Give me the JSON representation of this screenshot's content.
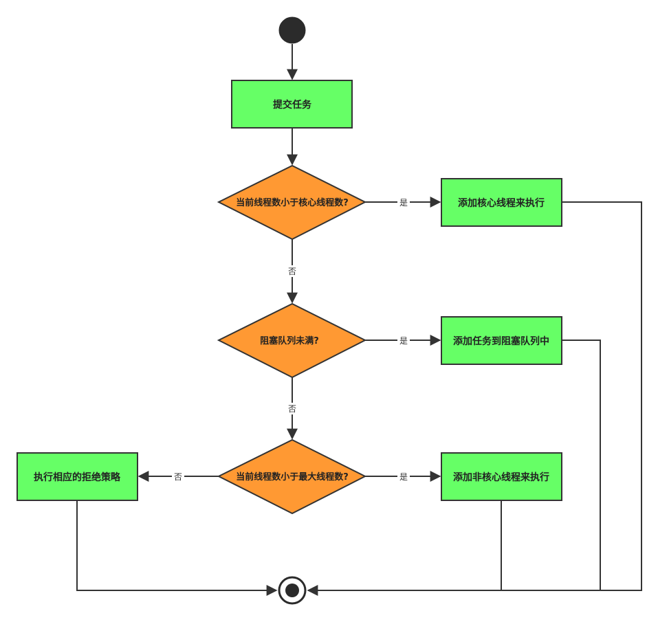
{
  "colors": {
    "action_fill": "#66ff66",
    "decision_fill": "#ff9933",
    "stroke": "#333333",
    "node_dark": "#2b2b2b"
  },
  "nodes": {
    "submit_task": "提交任务",
    "decision_core": "当前线程数小于核心线程数?",
    "add_core_thread": "添加核心线程来执行",
    "decision_queue": "阻塞队列未满?",
    "add_to_queue": "添加任务到阻塞队列中",
    "decision_max": "当前线程数小于最大线程数?",
    "add_noncore_thread": "添加非核心线程来执行",
    "reject_policy": "执行相应的拒绝策略"
  },
  "edge_labels": {
    "core_yes": "是",
    "core_no": "否",
    "queue_yes": "是",
    "queue_no": "否",
    "max_yes": "是",
    "max_no": "否"
  }
}
